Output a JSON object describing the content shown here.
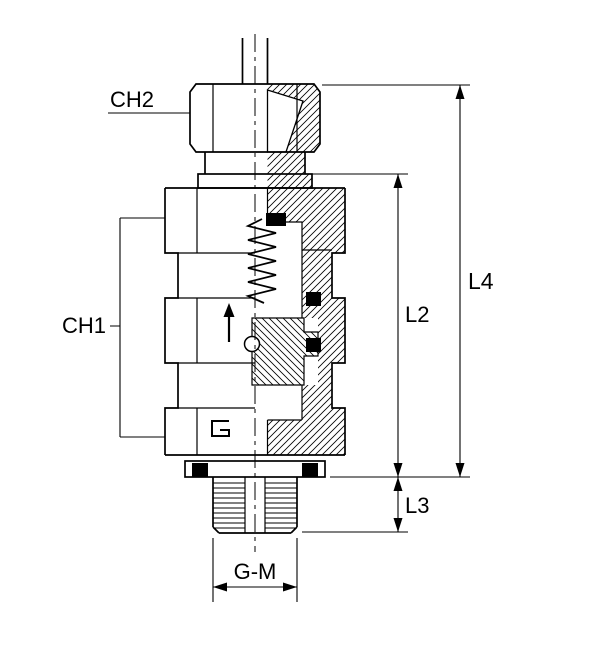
{
  "drawing": {
    "labels": {
      "ch2": "CH2",
      "ch1": "CH1",
      "l4": "L4",
      "l2": "L2",
      "l3": "L3",
      "gm": "G-M"
    },
    "colors": {
      "line": "#000000",
      "background": "#ffffff",
      "seal_fill": "#000000"
    }
  }
}
